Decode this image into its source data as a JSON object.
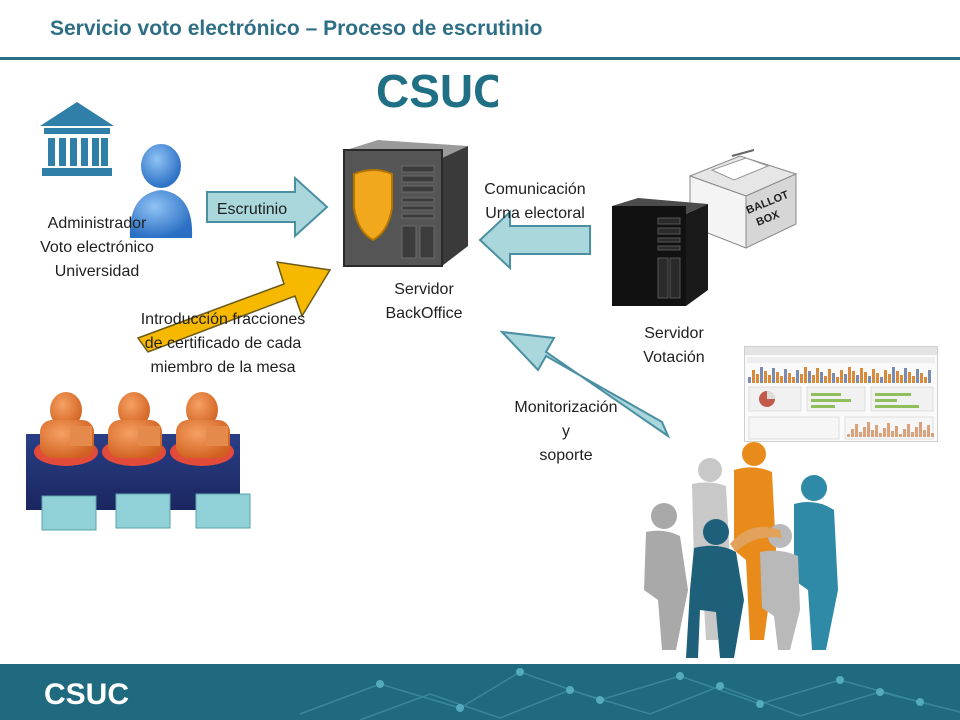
{
  "header": {
    "title": "Servicio voto electrónico – Proceso de escrutinio"
  },
  "logo": {
    "text": "CSUC"
  },
  "footer": {
    "logo_text": "CSUC"
  },
  "colors": {
    "accent": "#2f6f86",
    "arrow_light": "#a9d7dc",
    "arrow_gold": "#f6b900",
    "footer": "#1f6a7e"
  },
  "labels": {
    "admin_line1": "Administrador",
    "admin_line2": "Voto electrónico",
    "admin_line3": "Universidad",
    "escrutinio": "Escrutinio",
    "intro_line1": "Introducción fracciones",
    "intro_line2": "de certificado de cada",
    "intro_line3": "miembro de la mesa",
    "backoffice_line1": "Servidor",
    "backoffice_line2": "BackOffice",
    "comunicacion_line1": "Comunicación",
    "comunicacion_line2": "Urna electoral",
    "votacion_line1": "Servidor",
    "votacion_line2": "Votación",
    "monitor_line1": "Monitorización",
    "monitor_line2": "y",
    "monitor_line3": "soporte",
    "ballot_line1": "BALLOT",
    "ballot_line2": "BOX"
  },
  "icons": [
    "university-building-icon",
    "admin-user-icon",
    "backoffice-server-icon",
    "voting-server-icon",
    "ballot-box-icon",
    "committee-members-icon",
    "dashboard-screenshot-icon",
    "support-team-icon"
  ]
}
